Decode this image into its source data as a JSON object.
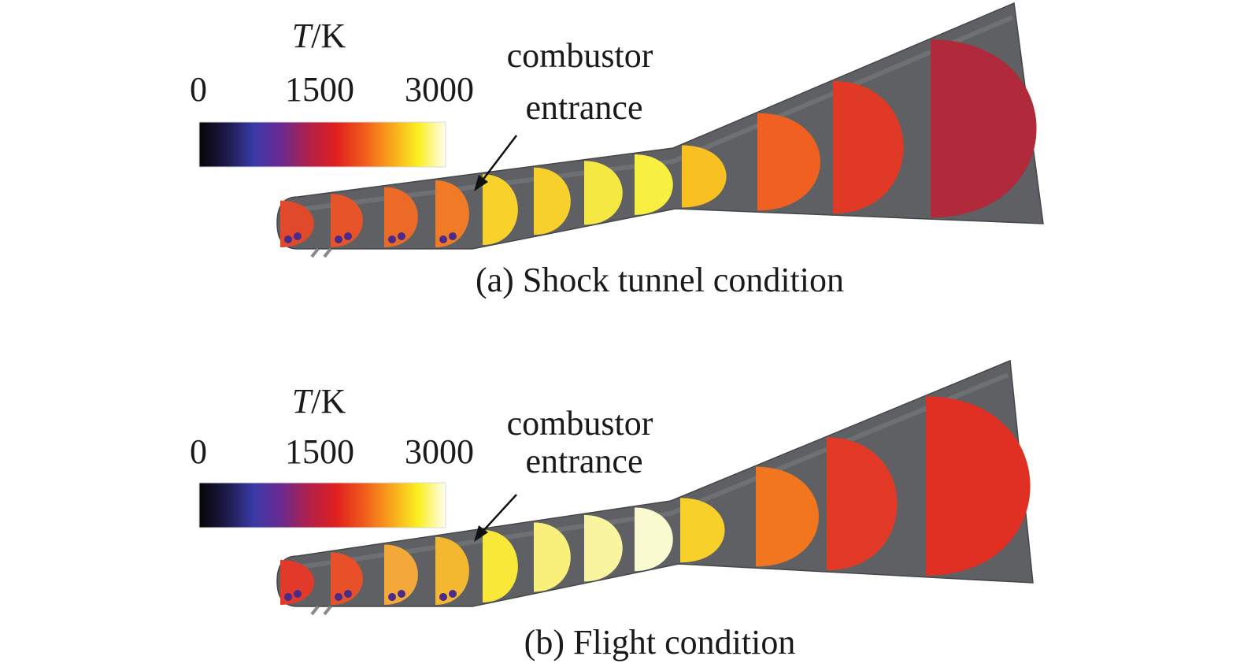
{
  "colorbar": {
    "quantity_symbol": "T",
    "quantity_unit": "/K",
    "ticks": [
      "0",
      "1500",
      "3000"
    ],
    "range_K": [
      0,
      3000
    ],
    "stops": [
      "#050505",
      "#1c1a48",
      "#3a3aa8",
      "#6a2a90",
      "#b0204a",
      "#e0201e",
      "#f05a1c",
      "#f8a41c",
      "#faf020",
      "#fffef0"
    ]
  },
  "panels": [
    {
      "id": "a",
      "caption": "(a) Shock tunnel condition",
      "annotation": "combustor\nentrance",
      "slice_colors": [
        "#e04a2a",
        "#e8542a",
        "#ec6a28",
        "#f07a26",
        "#f8d22a",
        "#f8d02c",
        "#f6e842",
        "#f8f040",
        "#f8c020",
        "#f06020",
        "#e03a26",
        "#b02a3c"
      ]
    },
    {
      "id": "b",
      "caption": "(b) Flight condition",
      "annotation": "combustor\nentrance",
      "slice_colors": [
        "#e23a2a",
        "#e8502a",
        "#f4a83a",
        "#f3b830",
        "#f8e838",
        "#f8f07a",
        "#f8f4a0",
        "#fafad0",
        "#f8d02a",
        "#f2761e",
        "#e23a26",
        "#e03024"
      ]
    }
  ]
}
